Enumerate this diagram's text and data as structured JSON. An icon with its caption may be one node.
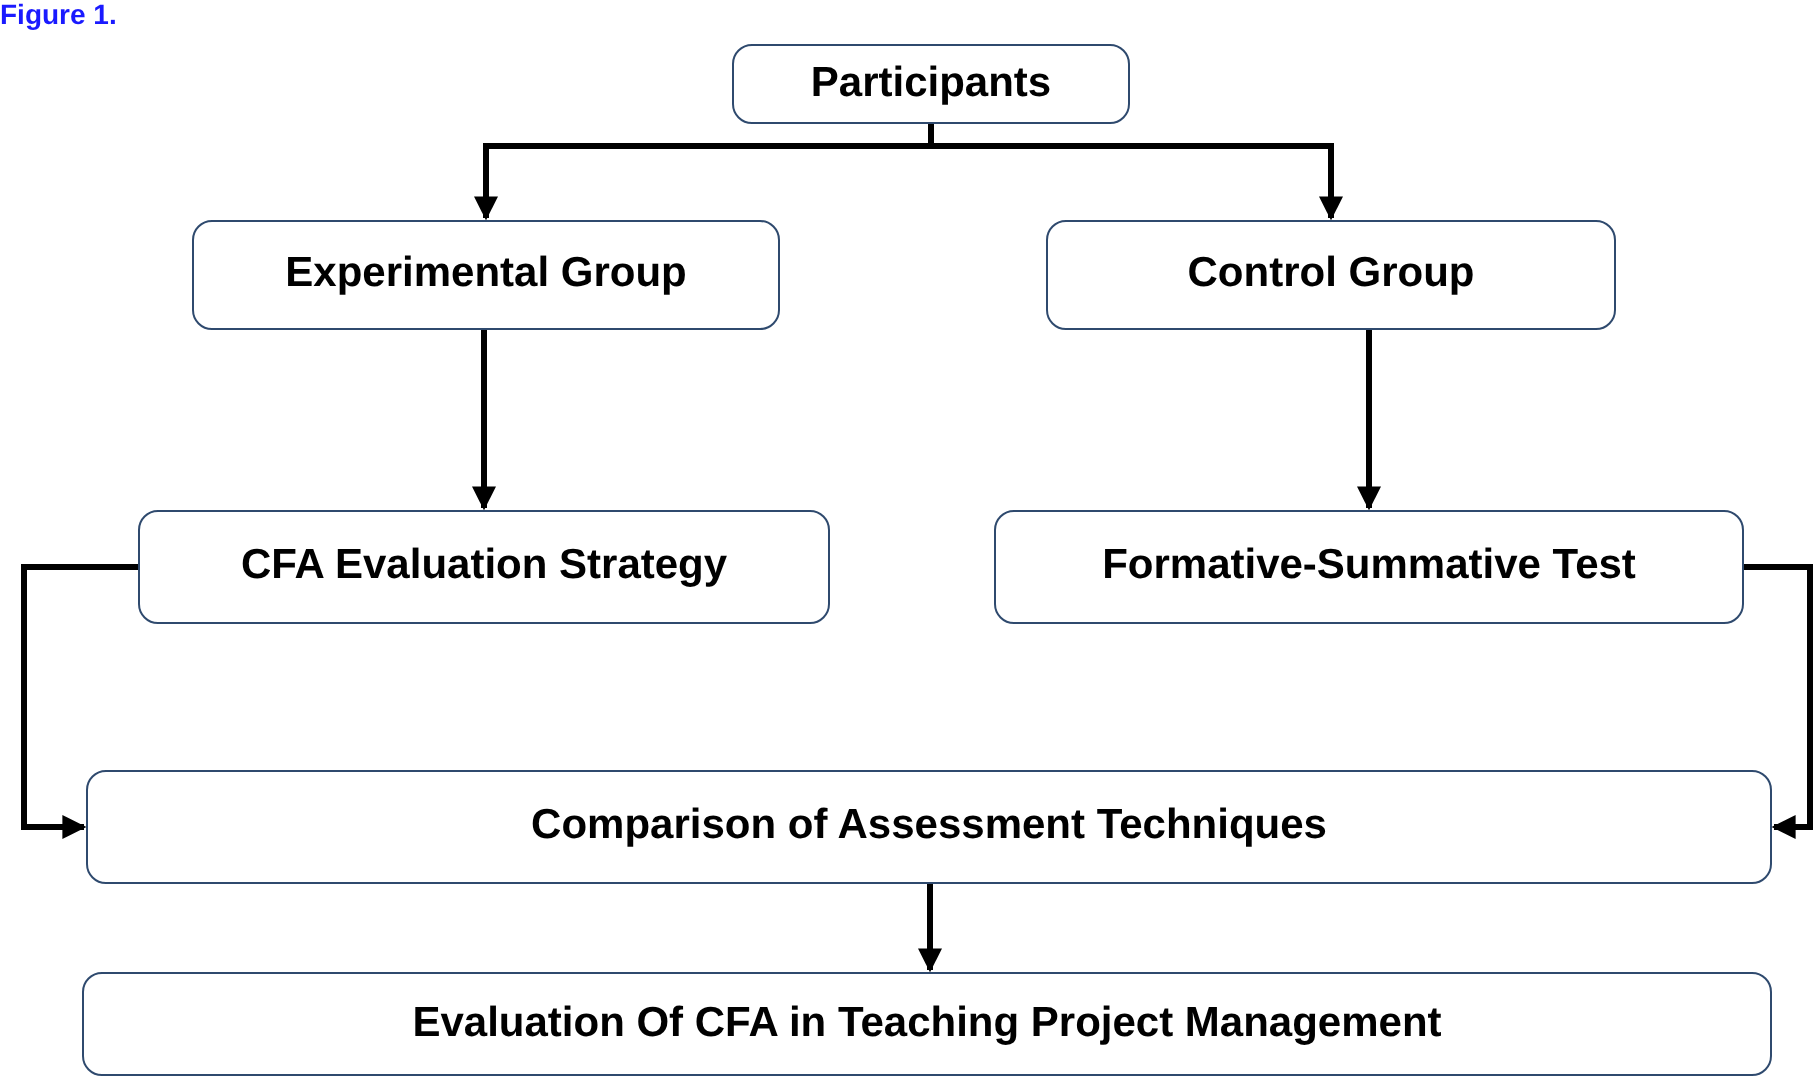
{
  "diagram": {
    "title": "Figure 1.",
    "nodes": [
      {
        "text": [
          "Participants"
        ]
      },
      {
        "text": [
          "Experimental Group"
        ]
      },
      {
        "text": [
          "Control Group"
        ]
      },
      {
        "text": [
          "CFA Evaluation Strategy"
        ]
      },
      {
        "text": [
          "Formative-Summative Test"
        ]
      },
      {
        "text": [
          "Comparison of Assessment Techniques"
        ]
      },
      {
        "text": [
          "Evaluation Of CFA in Teaching Project Management"
        ]
      }
    ],
    "edges": [
      {
        "from": 0,
        "to": 1,
        "arrow": "to"
      },
      {
        "from": 0,
        "to": 2,
        "arrow": "to"
      },
      {
        "from": 1,
        "to": 3,
        "arrow": "to"
      },
      {
        "from": 2,
        "to": 4,
        "arrow": "to"
      },
      {
        "from": 3,
        "to": 5,
        "arrow": "to"
      },
      {
        "from": 4,
        "to": 5,
        "arrow": "to"
      },
      {
        "from": 5,
        "to": 6,
        "arrow": "to"
      }
    ]
  }
}
